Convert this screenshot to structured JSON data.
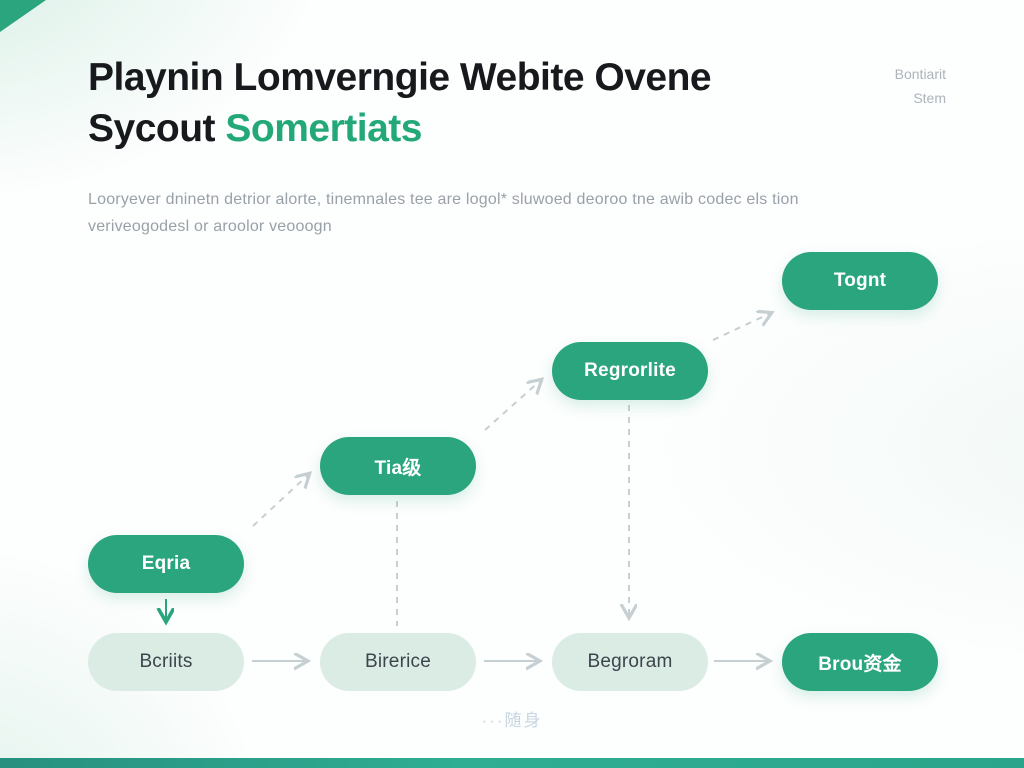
{
  "header": {
    "title_line1": "Playnin Lomverngie Webite Ovene",
    "title_line2_prefix": "Sycout ",
    "title_line2_accent": "Somertiats",
    "corner_note": [
      "Bontiarit",
      "Stem"
    ]
  },
  "intro": {
    "line1": "Looryever dninetn detrior alorte, tinemnales tee are logol* sluwoed deoroo tne awib codec els tion",
    "line2": "veriveogodesl or aroolor veooogn"
  },
  "flow": {
    "nodes": [
      {
        "id": "tognt",
        "label": "Tognt",
        "variant": "solid"
      },
      {
        "id": "regrorlite",
        "label": "Regrorlite",
        "variant": "solid"
      },
      {
        "id": "tia",
        "label": "Tia级",
        "variant": "solid"
      },
      {
        "id": "eqria",
        "label": "Eqria",
        "variant": "solid"
      },
      {
        "id": "bcriits",
        "label": "Bcriits",
        "variant": "pale"
      },
      {
        "id": "birerice",
        "label": "Birerice",
        "variant": "pale"
      },
      {
        "id": "begroram",
        "label": "Begroram",
        "variant": "pale"
      },
      {
        "id": "brou",
        "label": "Brou资金",
        "variant": "solid"
      }
    ],
    "connections": [
      {
        "from": "eqria",
        "to": "tia",
        "style": "dashed-diagonal"
      },
      {
        "from": "tia",
        "to": "regrorlite",
        "style": "dashed-diagonal"
      },
      {
        "from": "regrorlite",
        "to": "tognt",
        "style": "dashed-diagonal"
      },
      {
        "from": "eqria",
        "to": "bcriits",
        "style": "solid-vertical-green"
      },
      {
        "from": "tia",
        "to": "birerice",
        "style": "dashed-vertical"
      },
      {
        "from": "regrorlite",
        "to": "begroram",
        "style": "dashed-vertical"
      },
      {
        "from": "bcriits",
        "to": "birerice",
        "style": "solid-horizontal"
      },
      {
        "from": "birerice",
        "to": "begroram",
        "style": "solid-horizontal"
      },
      {
        "from": "begroram",
        "to": "brou",
        "style": "solid-horizontal"
      }
    ]
  },
  "footer": {
    "watermark": "···随身"
  },
  "colors": {
    "accent": "#2BA57E",
    "pale_node": "#DBECE4",
    "title_dark": "#17191C",
    "gray_text": "#99A1A8",
    "arrow_gray": "#C6CFD2",
    "footer_bar": "#2AA58B"
  }
}
